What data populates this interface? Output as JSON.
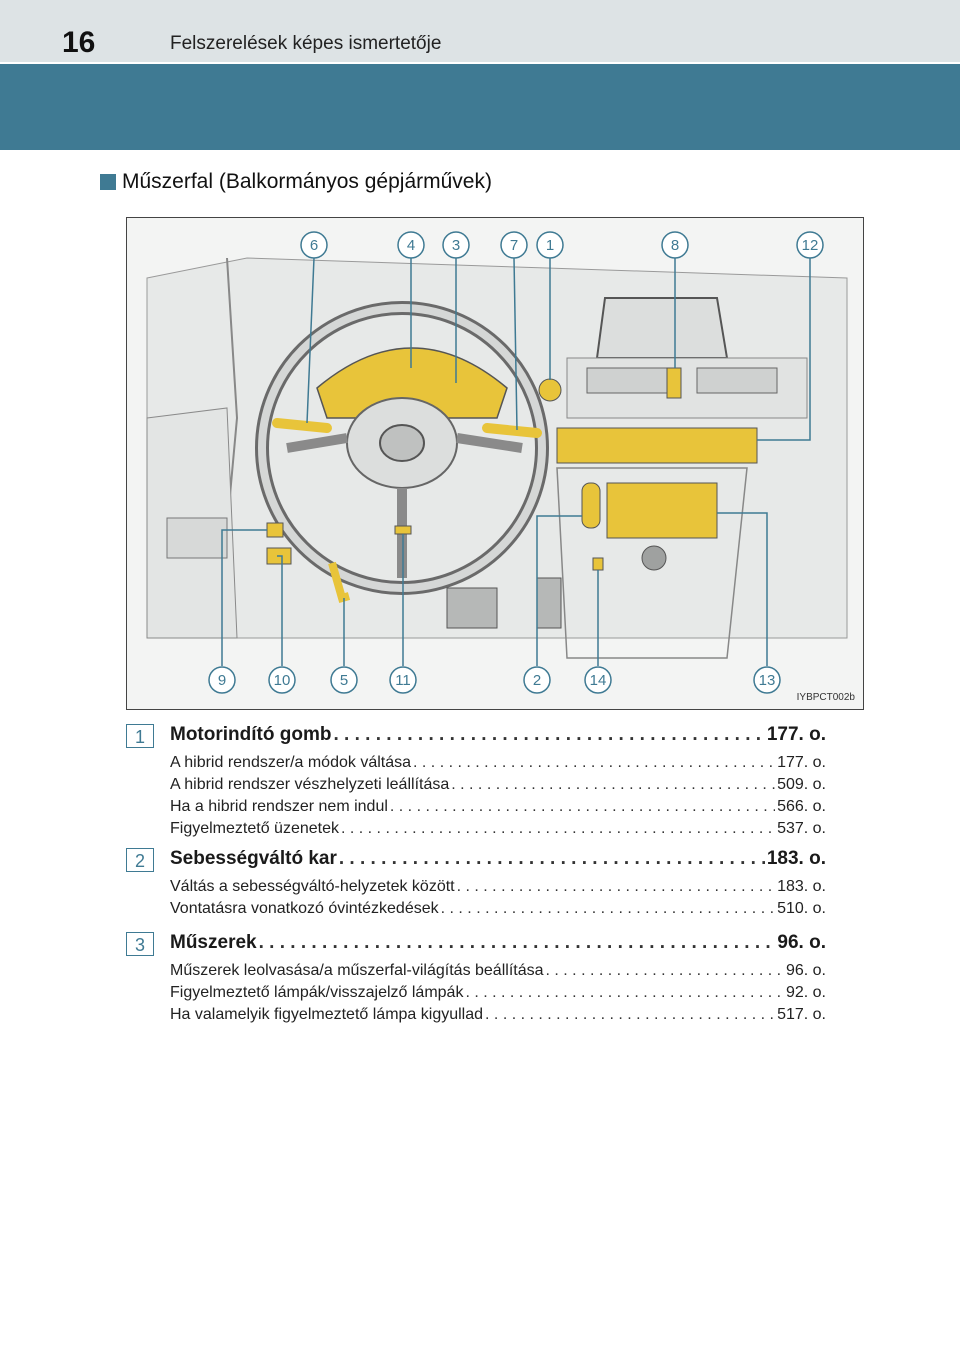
{
  "header": {
    "page_number": "16",
    "chapter_title": "Felszerelések képes ismertetője"
  },
  "section": {
    "title": "Műszerfal (Balkormányos gépjárművek)"
  },
  "figure": {
    "code": "IYBPCT002b",
    "top_callouts": [
      "6",
      "4",
      "3",
      "7",
      "1",
      "8",
      "12"
    ],
    "bottom_callouts": [
      "9",
      "10",
      "5",
      "11",
      "2",
      "14",
      "13"
    ],
    "highlight_color": "#e8c43a"
  },
  "entries": [
    {
      "number": "1",
      "title": "Motorindító gomb",
      "page": "177. o.",
      "subs": [
        {
          "label": "A hibrid rendszer/a módok váltása",
          "page": "177. o."
        },
        {
          "label": "A hibrid rendszer vészhelyzeti leállítása",
          "page": "509. o."
        },
        {
          "label": "Ha a hibrid rendszer nem indul",
          "page": "566. o."
        },
        {
          "label": "Figyelmeztető üzenetek",
          "page": "537. o."
        }
      ]
    },
    {
      "number": "2",
      "title": "Sebességváltó kar",
      "page": "183. o.",
      "subs": [
        {
          "label": "Váltás a sebességváltó-helyzetek között",
          "page": "183. o."
        },
        {
          "label": "Vontatásra vonatkozó óvintézkedések",
          "page": "510. o."
        }
      ]
    },
    {
      "number": "3",
      "title": "Műszerek",
      "page": "96. o.",
      "subs": [
        {
          "label": "Műszerek leolvasása/a műszerfal-világítás beállítása",
          "page": "96. o."
        },
        {
          "label": "Figyelmeztető lámpák/visszajelző lámpák",
          "page": "92. o."
        },
        {
          "label": "Ha valamelyik figyelmeztető lámpa kigyullad",
          "page": "517. o."
        }
      ]
    }
  ]
}
